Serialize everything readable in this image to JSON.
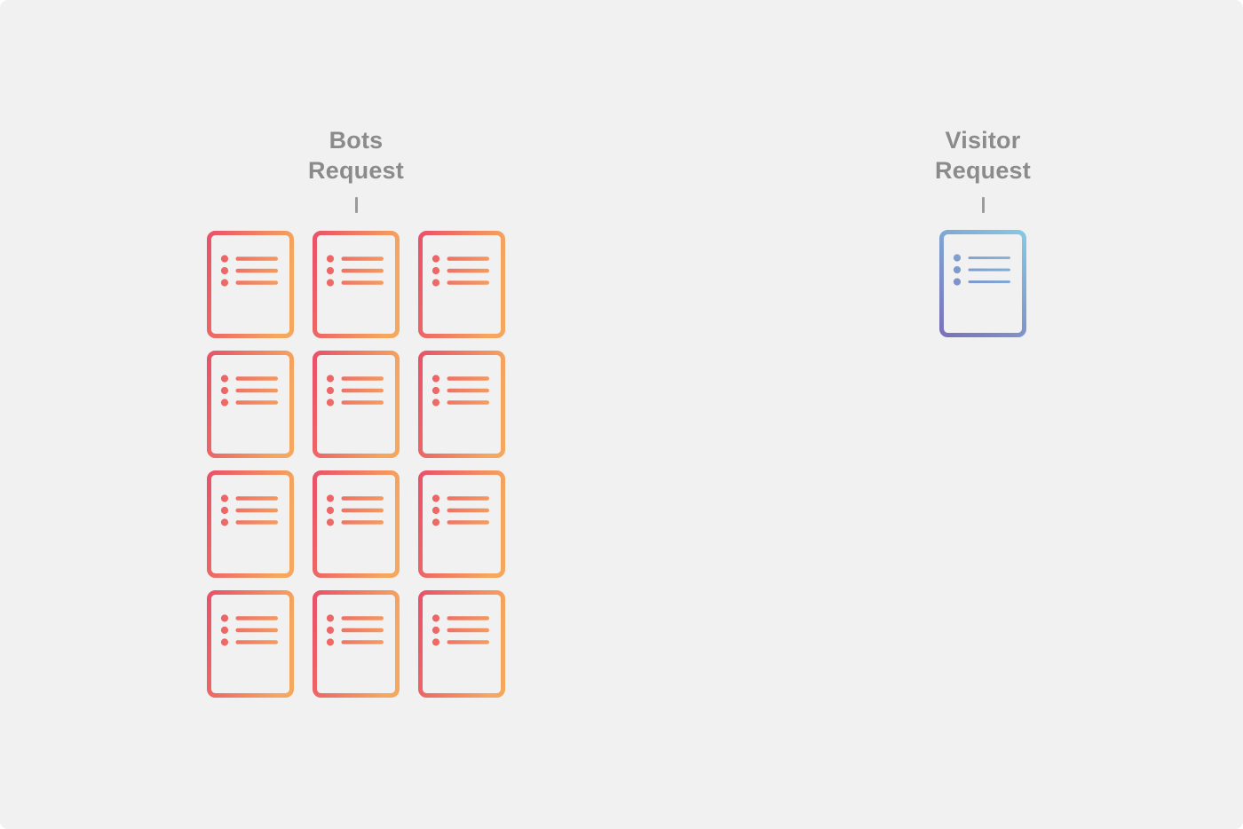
{
  "canvas": {
    "background": "#f1f1f1",
    "label_color": "#8b8b8b",
    "tick_color": "#9b9b9b"
  },
  "bots": {
    "label_lines": [
      "Bots",
      "Request"
    ],
    "icon": "document-list-icon",
    "card_count": 12,
    "grid_columns": 3,
    "gradient_from": "#e95169",
    "gradient_to": "#f6a75e",
    "line_thickness": 4.6
  },
  "visitor": {
    "label_lines": [
      "Visitor",
      "Request"
    ],
    "icon": "document-list-icon",
    "card_count": 1,
    "grid_columns": 1,
    "gradient_from": "#7a6fb8",
    "gradient_to": "#84cbe5",
    "line_thickness": 3
  }
}
